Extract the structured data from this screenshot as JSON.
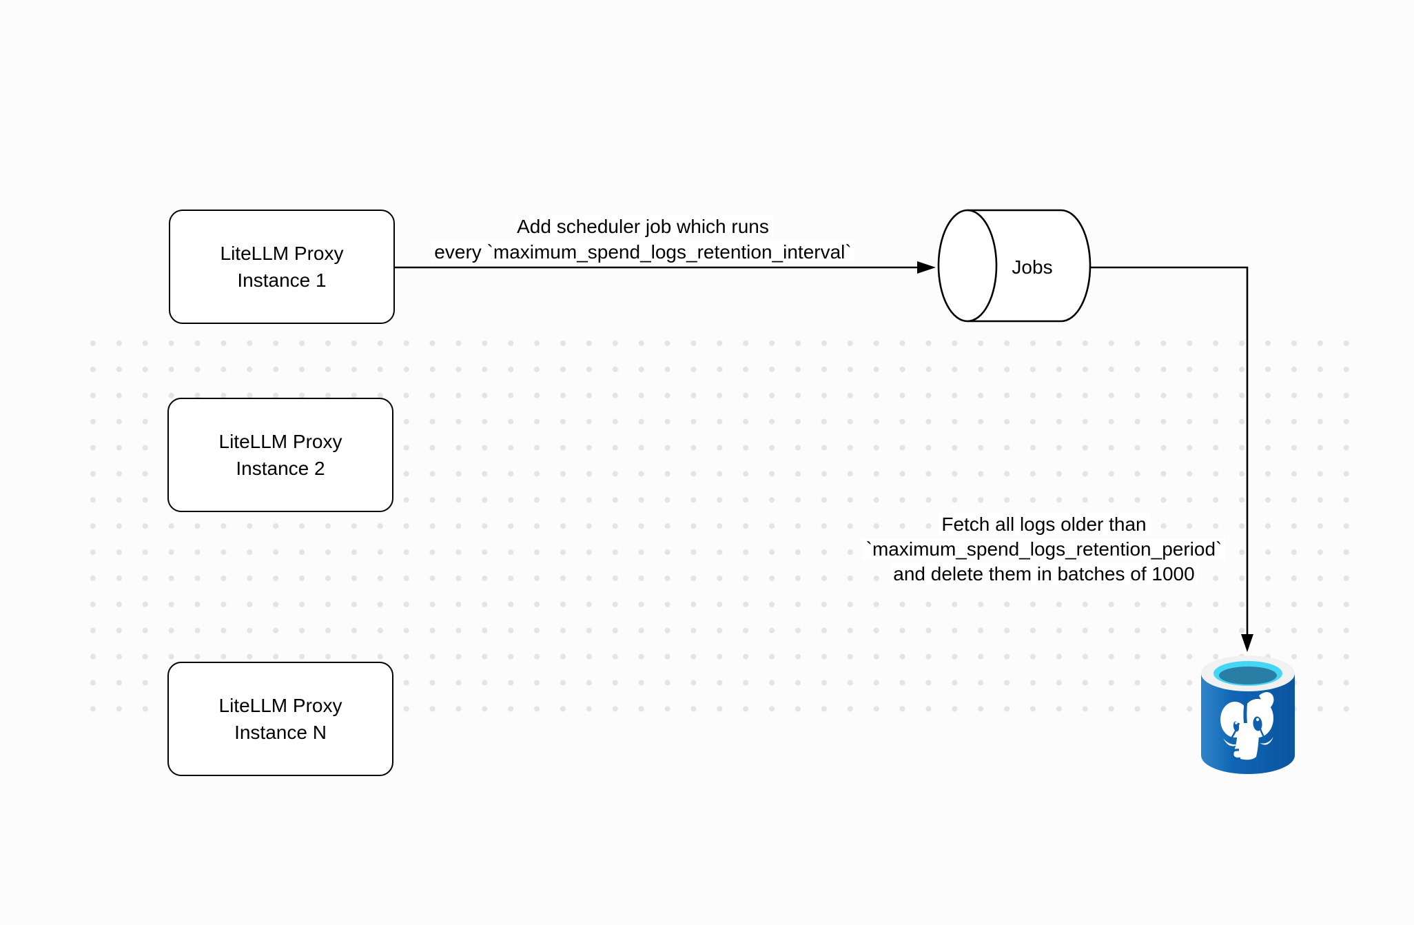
{
  "diagram": {
    "nodes": {
      "instance1": {
        "line1": "LiteLLM Proxy",
        "line2": "Instance 1"
      },
      "instance2": {
        "line1": "LiteLLM Proxy",
        "line2": "Instance 2"
      },
      "instanceN": {
        "line1": "LiteLLM Proxy",
        "line2": "Instance N"
      },
      "jobs": {
        "label": "Jobs"
      },
      "postgres": {
        "icon": "postgresql-database-icon"
      }
    },
    "edges": {
      "scheduler": {
        "line1": "Add scheduler job which runs",
        "line2": "every `maximum_spend_logs_retention_interval`"
      },
      "fetch": {
        "line1": "Fetch all logs older than",
        "line2": "`maximum_spend_logs_retention_period`",
        "line3": "and delete them in batches of 1000"
      }
    },
    "colors": {
      "stroke": "#000000",
      "node_fill": "#ffffff",
      "canvas_bg": "#fcfcfc",
      "grid_dot": "#e4e4e4",
      "postgres_blue": "#0e60ae",
      "postgres_blue_light": "#2f85ca",
      "postgres_cyan": "#45d6f4",
      "postgres_rim": "#f1f1f1",
      "postgres_inner_dark": "#2a7da4"
    }
  }
}
